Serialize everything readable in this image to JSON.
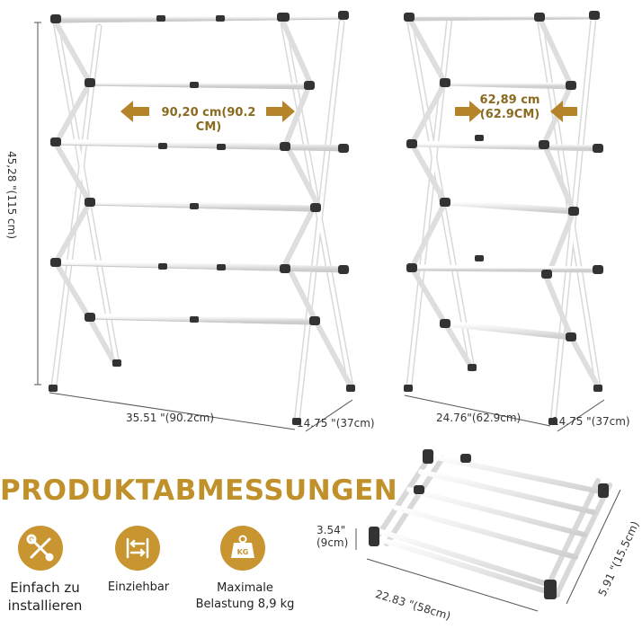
{
  "left_rack": {
    "height_label": "45,28 \"(115 cm)",
    "width_label": "35.51 \"(90.2cm)",
    "depth_label": "14.75 \"(37cm)",
    "expanded_label_line1": "90,20 cm(90.2",
    "expanded_label_line2": "CM)"
  },
  "right_rack": {
    "width_label": "24.76\"(62.9cm)",
    "depth_label": "14.75 \"(37cm)",
    "collapsed_label_line1": "62,89 cm",
    "collapsed_label_line2": "(62.9CM)"
  },
  "folded_rack": {
    "height_label_line1": "3.54\"",
    "height_label_line2": "(9cm)",
    "length_label": "22.83 \"(58cm)",
    "width_label": "5.91 \"(15.5cm)"
  },
  "heading": "PRODUKTABMESSUNGEN",
  "features": [
    {
      "icon": "tools-icon",
      "label_line1": "Einfach zu",
      "label_line2": "installieren"
    },
    {
      "icon": "expand-icon",
      "label_line1": "Einziehbar",
      "label_line2": ""
    },
    {
      "icon": "weight-icon",
      "label_line1": "Maximale",
      "label_line2": "Belastung 8,9 kg"
    }
  ],
  "colors": {
    "accent": "#c89531",
    "frame": "#f2f2f2",
    "joint": "#333333"
  }
}
